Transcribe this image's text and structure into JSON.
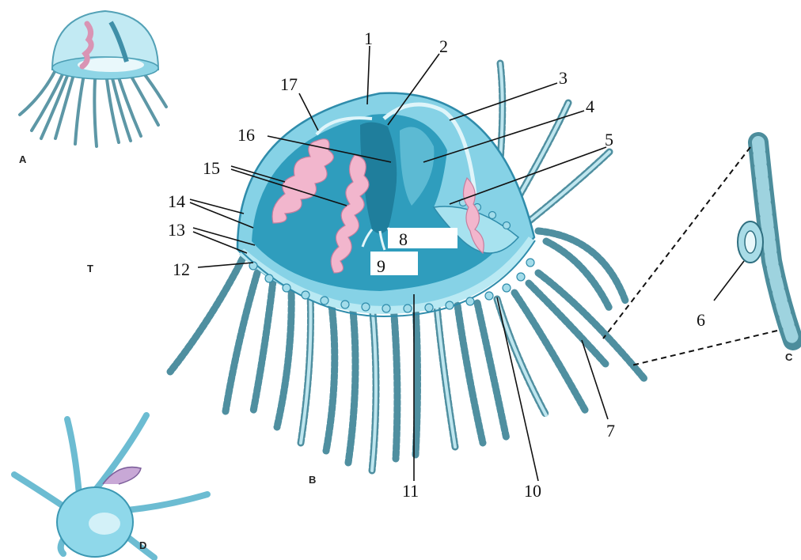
{
  "panels": {
    "a": "A",
    "b": "B",
    "c": "C",
    "d": "D",
    "t": "T"
  },
  "labels": {
    "n1": "1",
    "n2": "2",
    "n3": "3",
    "n4": "4",
    "n5": "5",
    "n6": "6",
    "n7": "7",
    "n8": "8",
    "n9": "9",
    "n10": "10",
    "n11": "11",
    "n12": "12",
    "n13": "13",
    "n14": "14",
    "n15": "15",
    "n16": "16",
    "n17": "17"
  },
  "colors": {
    "bell_outer": "#7fcfe3",
    "bell_inner": "#3aa6c4",
    "bell_dark": "#1f7e9c",
    "gonad": "#f2b8cf",
    "tentacle": "#6fa9b8"
  }
}
